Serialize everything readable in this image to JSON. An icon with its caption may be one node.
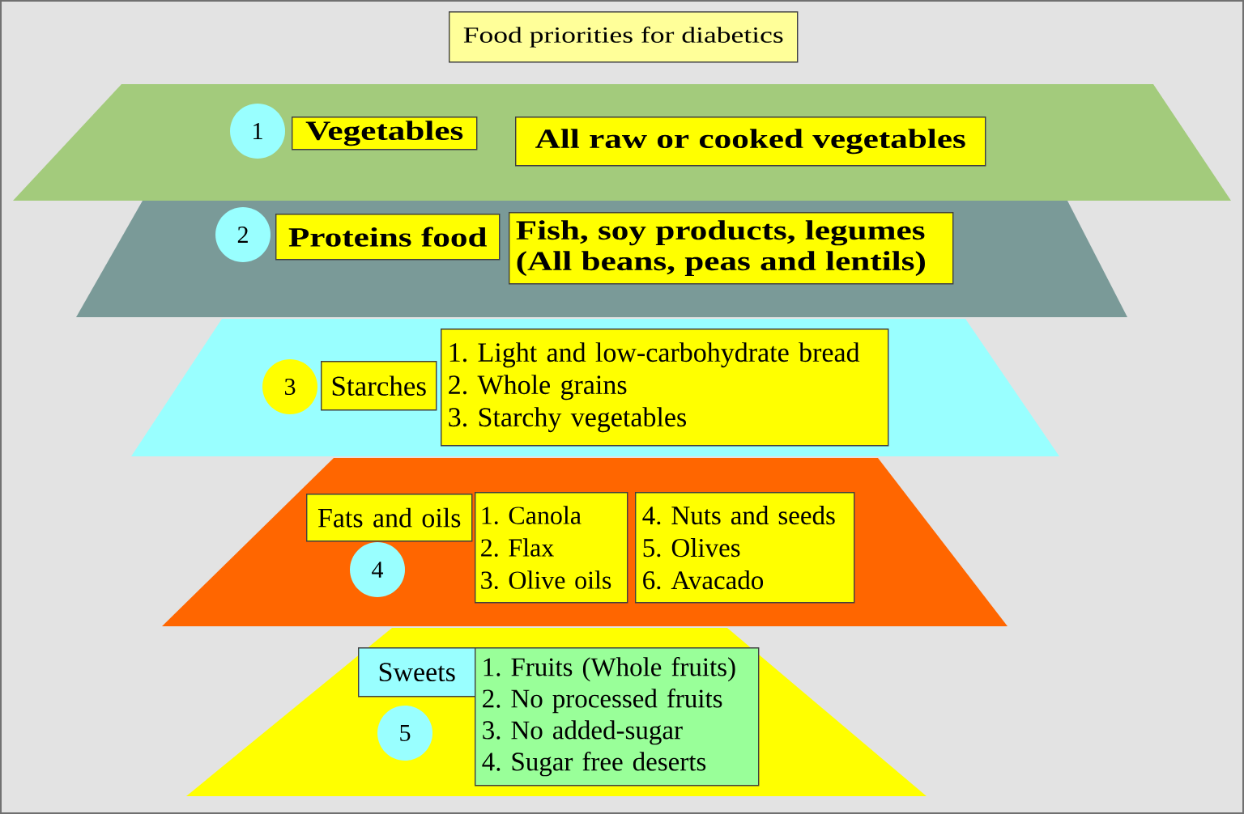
{
  "diagram": {
    "title": "Food priorities for diabetics",
    "nodes": [
      {
        "text": [],
        "shape": "trapezoid"
      },
      {
        "text": [
          "1"
        ],
        "in": 0
      },
      {
        "text": [
          "Vegetables"
        ],
        "in": 0
      },
      {
        "text": [
          "All raw or cooked vegetables"
        ],
        "in": 0
      },
      {
        "text": [],
        "shape": "trapezoid"
      },
      {
        "text": [
          "2"
        ],
        "in": 4
      },
      {
        "text": [
          "Proteins food"
        ],
        "in": 4
      },
      {
        "text": [
          "Fish, soy products, legumes (All beans, peas and lentils)"
        ],
        "in": 4
      },
      {
        "text": [],
        "shape": "trapezoid"
      },
      {
        "text": [
          "3"
        ],
        "in": 8
      },
      {
        "text": [
          "Starches"
        ],
        "in": 8
      },
      {
        "text": [
          "1. Light and low-carbohydrate bread",
          "2. Whole grains",
          "3. Starchy vegetables"
        ],
        "in": 8
      },
      {
        "text": [],
        "shape": "trapezoid"
      },
      {
        "text": [
          "Fats and oils"
        ],
        "in": 12
      },
      {
        "text": [
          "1. Canola",
          "2. Flax",
          "3. Olive oils"
        ],
        "in": 12
      },
      {
        "text": [
          "4. Nuts and seeds",
          "5. Olives",
          "6. Avacado"
        ],
        "in": 12
      },
      {
        "text": [
          "4"
        ],
        "in": 12
      },
      {
        "text": [],
        "shape": "trapezoid"
      },
      {
        "text": [
          "Sweets"
        ],
        "in": 17
      },
      {
        "text": [
          "1. Fruits (Whole fruits)",
          "2. No processed fruits",
          "3. No added-sugar",
          "4. Sugar free deserts"
        ],
        "in": 17
      },
      {
        "text": [
          "5"
        ],
        "in": 17
      }
    ]
  }
}
